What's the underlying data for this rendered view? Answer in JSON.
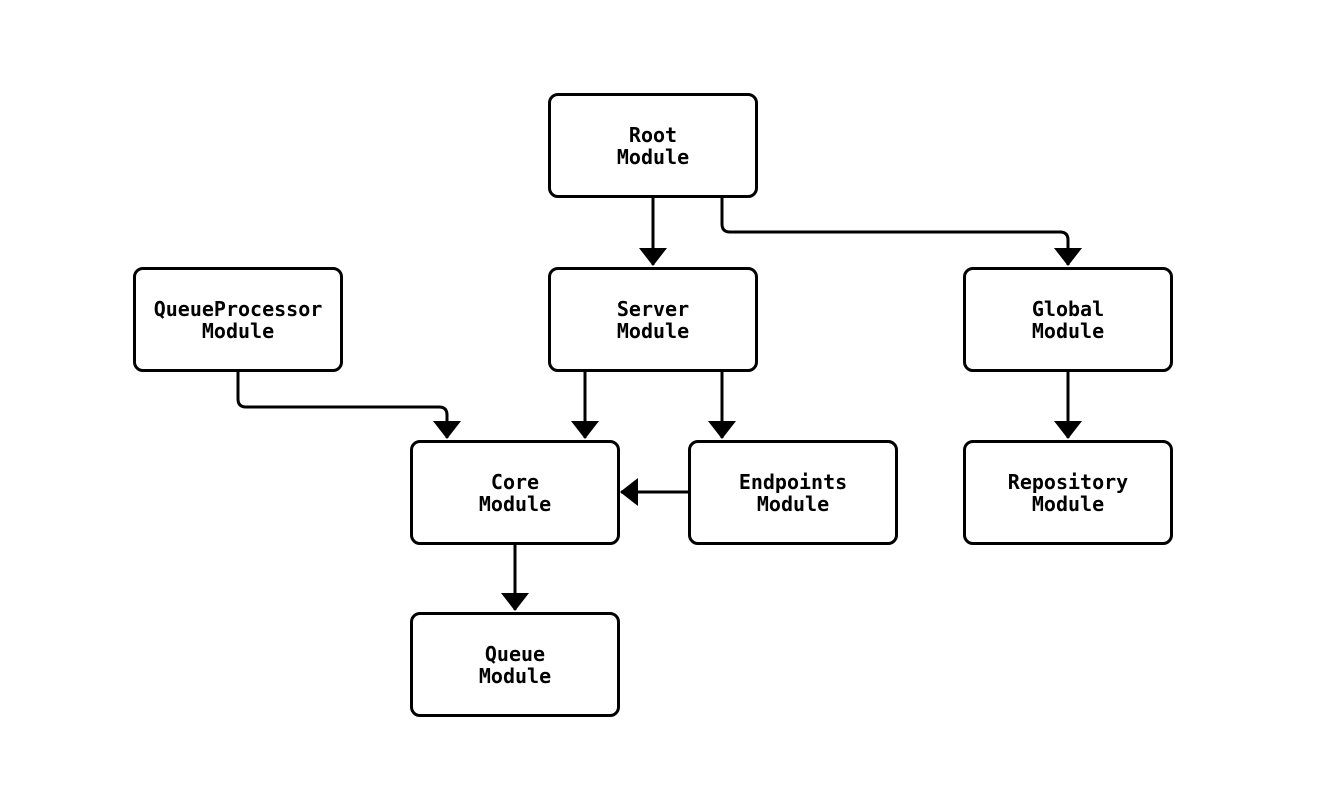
{
  "diagram": {
    "type": "flowchart",
    "background_color": "#ffffff",
    "node_border_color": "#000000",
    "node_fill_color": "#ffffff",
    "edge_color": "#000000",
    "text_color": "#000000",
    "nodes": {
      "root": {
        "line1": "Root",
        "line2": "Module"
      },
      "queueprocessor": {
        "line1": "QueueProcessor",
        "line2": "Module"
      },
      "server": {
        "line1": "Server",
        "line2": "Module"
      },
      "global": {
        "line1": "Global",
        "line2": "Module"
      },
      "core": {
        "line1": "Core",
        "line2": "Module"
      },
      "endpoints": {
        "line1": "Endpoints",
        "line2": "Module"
      },
      "repository": {
        "line1": "Repository",
        "line2": "Module"
      },
      "queue": {
        "line1": "Queue",
        "line2": "Module"
      }
    },
    "edges": [
      {
        "from": "Root Module",
        "to": "Server Module"
      },
      {
        "from": "Root Module",
        "to": "Global Module"
      },
      {
        "from": "QueueProcessor Module",
        "to": "Core Module"
      },
      {
        "from": "Server Module",
        "to": "Core Module"
      },
      {
        "from": "Server Module",
        "to": "Endpoints Module"
      },
      {
        "from": "Endpoints Module",
        "to": "Core Module"
      },
      {
        "from": "Global Module",
        "to": "Repository Module"
      },
      {
        "from": "Core Module",
        "to": "Queue Module"
      }
    ]
  }
}
